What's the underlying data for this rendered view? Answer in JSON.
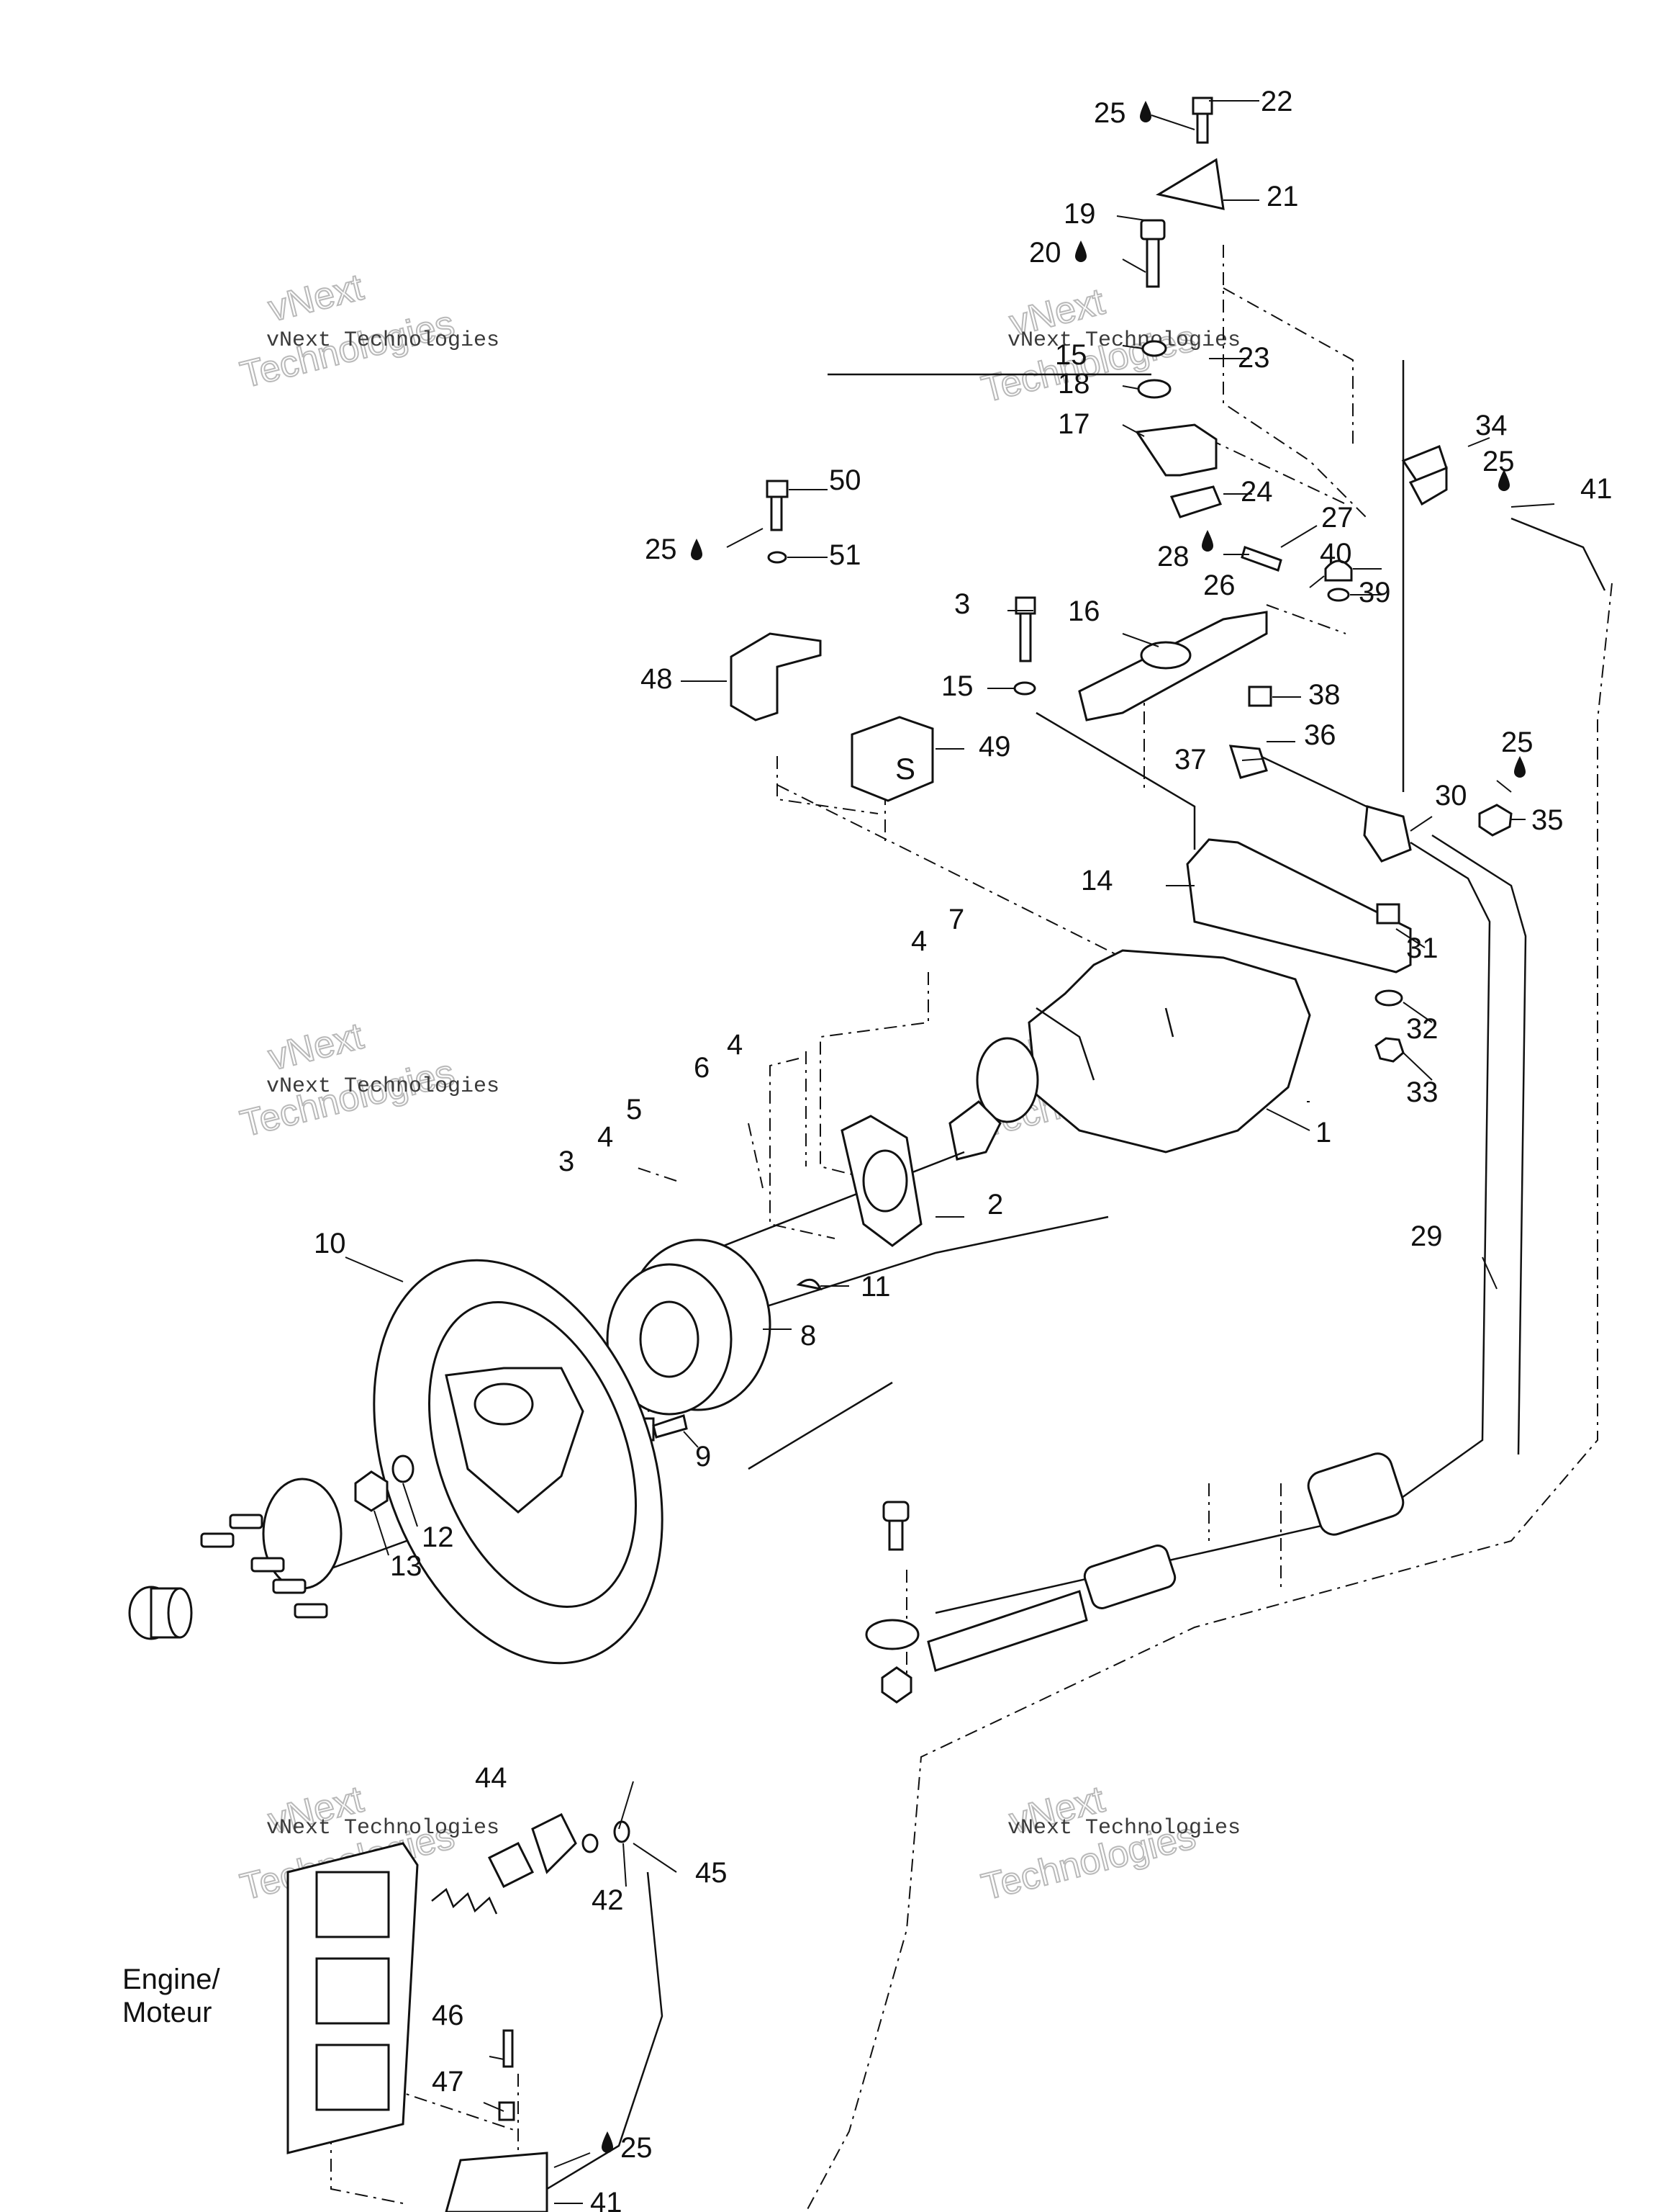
{
  "callouts": [
    {
      "id": "c1",
      "text": "1"
    },
    {
      "id": "c2",
      "text": "2"
    },
    {
      "id": "c3a",
      "text": "3"
    },
    {
      "id": "c3b",
      "text": "3"
    },
    {
      "id": "c4a",
      "text": "4"
    },
    {
      "id": "c4b",
      "text": "4"
    },
    {
      "id": "c4c",
      "text": "4"
    },
    {
      "id": "c5",
      "text": "5"
    },
    {
      "id": "c6",
      "text": "6"
    },
    {
      "id": "c7",
      "text": "7"
    },
    {
      "id": "c8",
      "text": "8"
    },
    {
      "id": "c9",
      "text": "9"
    },
    {
      "id": "c10",
      "text": "10"
    },
    {
      "id": "c11",
      "text": "11"
    },
    {
      "id": "c12",
      "text": "12"
    },
    {
      "id": "c13",
      "text": "13"
    },
    {
      "id": "c14",
      "text": "14"
    },
    {
      "id": "c15a",
      "text": "15"
    },
    {
      "id": "c15b",
      "text": "15"
    },
    {
      "id": "c16",
      "text": "16"
    },
    {
      "id": "c17",
      "text": "17"
    },
    {
      "id": "c18",
      "text": "18"
    },
    {
      "id": "c19",
      "text": "19"
    },
    {
      "id": "c20",
      "text": "20"
    },
    {
      "id": "c21",
      "text": "21"
    },
    {
      "id": "c22",
      "text": "22"
    },
    {
      "id": "c23",
      "text": "23"
    },
    {
      "id": "c24",
      "text": "24"
    },
    {
      "id": "c25a",
      "text": "25"
    },
    {
      "id": "c25b",
      "text": "25"
    },
    {
      "id": "c25c",
      "text": "25"
    },
    {
      "id": "c25d",
      "text": "25"
    },
    {
      "id": "c25e",
      "text": "25"
    },
    {
      "id": "c26",
      "text": "26"
    },
    {
      "id": "c27",
      "text": "27"
    },
    {
      "id": "c28",
      "text": "28"
    },
    {
      "id": "c29",
      "text": "29"
    },
    {
      "id": "c30",
      "text": "30"
    },
    {
      "id": "c31",
      "text": "31"
    },
    {
      "id": "c32",
      "text": "32"
    },
    {
      "id": "c33",
      "text": "33"
    },
    {
      "id": "c34",
      "text": "34"
    },
    {
      "id": "c35",
      "text": "35"
    },
    {
      "id": "c36",
      "text": "36"
    },
    {
      "id": "c37",
      "text": "37"
    },
    {
      "id": "c38",
      "text": "38"
    },
    {
      "id": "c39",
      "text": "39"
    },
    {
      "id": "c40",
      "text": "40"
    },
    {
      "id": "c41a",
      "text": "41"
    },
    {
      "id": "c41b",
      "text": "41"
    },
    {
      "id": "c42",
      "text": "42"
    },
    {
      "id": "c44",
      "text": "44"
    },
    {
      "id": "c45",
      "text": "45"
    },
    {
      "id": "c46",
      "text": "46"
    },
    {
      "id": "c47",
      "text": "47"
    },
    {
      "id": "c48",
      "text": "48"
    },
    {
      "id": "c49",
      "text": "49"
    },
    {
      "id": "c50",
      "text": "50"
    },
    {
      "id": "c51",
      "text": "51"
    }
  ],
  "engine_label": {
    "line1": "Engine/",
    "line2": "Moteur"
  },
  "block_letter": "S",
  "watermark": {
    "top": "vNext Technologies",
    "bottom": "Technologies",
    "outline_top": "vNext"
  },
  "icons": {
    "sealant": "drop-icon"
  }
}
